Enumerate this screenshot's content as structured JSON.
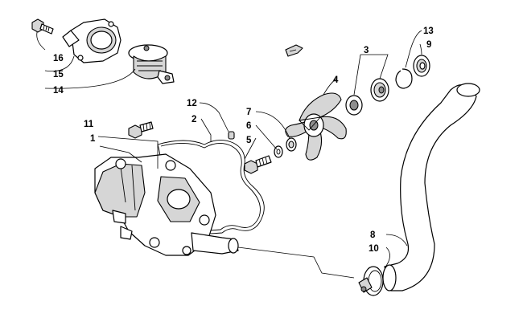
{
  "callouts": {
    "c1": "1",
    "c2": "2",
    "c3": "3",
    "c4": "4",
    "c5": "5",
    "c6": "6",
    "c7": "7",
    "c8": "8",
    "c9": "9",
    "c10": "10",
    "c11": "11",
    "c12": "12",
    "c13": "13",
    "c14": "14",
    "c15": "15",
    "c16": "16"
  },
  "colors": {
    "line": "#000000",
    "shade": "#d6d6d6",
    "dark": "#8e8e8e",
    "background": "#ffffff"
  },
  "icons": {
    "front_indicator": "fwd-arrow-icon"
  }
}
